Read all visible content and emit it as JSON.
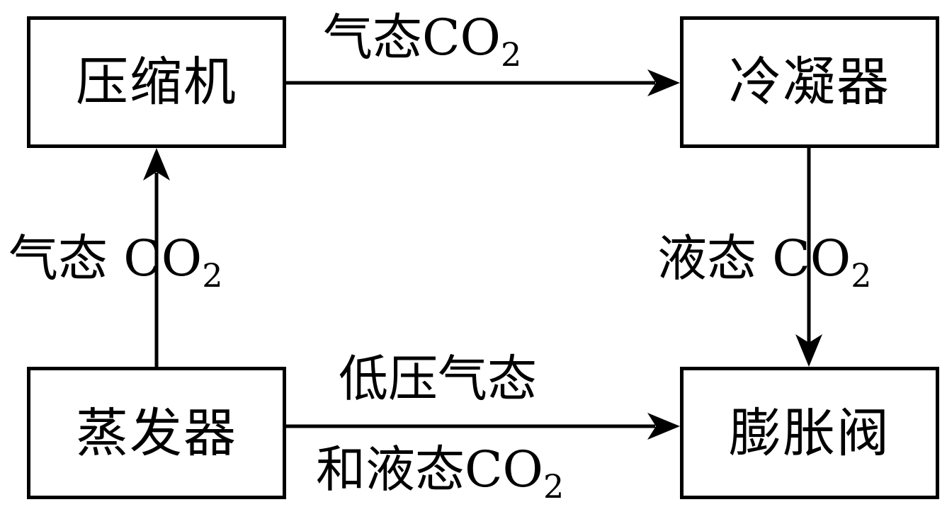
{
  "boxes": {
    "compressor": "压缩机",
    "condenser": "冷凝器",
    "evaporator": "蒸发器",
    "expansion_valve": "膨胀阀"
  },
  "labels": {
    "top": {
      "text": "气态CO",
      "sub": "2"
    },
    "left": {
      "text": "气态 CO",
      "sub": "2"
    },
    "right": {
      "text": "液态 CO",
      "sub": "2"
    },
    "bottom_line1": "低压气态",
    "bottom_line2": {
      "text": "和液态CO",
      "sub": "2"
    }
  }
}
